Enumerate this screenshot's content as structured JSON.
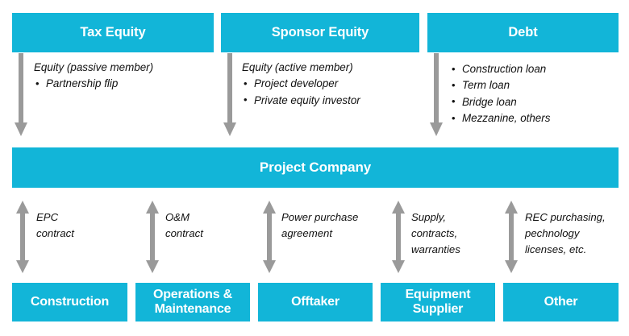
{
  "diagram": {
    "title_text": "",
    "colors": {
      "box_fill": "#12b5d8",
      "box_text": "#ffffff",
      "arrow_gray": "#9a9a9a",
      "body_text": "#111111",
      "background": "#ffffff"
    },
    "capital_sources": [
      {
        "box_label": "Tax Equity",
        "lead": "Equity (passive member)",
        "bullets": [
          "Partnership flip"
        ]
      },
      {
        "box_label": "Sponsor Equity",
        "lead": "Equity (active member)",
        "bullets": [
          "Project developer",
          "Private equity investor"
        ]
      },
      {
        "box_label": "Debt",
        "lead": "",
        "bullets": [
          "Construction loan",
          "Term loan",
          "Bridge loan",
          "Mezzanine, others"
        ]
      }
    ],
    "center": {
      "box_label": "Project Company"
    },
    "counterparties": [
      {
        "box_label": "Construction",
        "relationship_lines": [
          "EPC",
          "contract"
        ]
      },
      {
        "box_label": "Operations & Maintenance",
        "box_label_line1": "Operations &",
        "box_label_line2": "Maintenance",
        "relationship_lines": [
          "O&M",
          "contract"
        ]
      },
      {
        "box_label": "Offtaker",
        "relationship_lines": [
          "Power purchase",
          "agreement"
        ]
      },
      {
        "box_label": "Equipment Supplier",
        "box_label_line1": "Equipment",
        "box_label_line2": "Supplier",
        "relationship_lines": [
          "Supply,",
          "contracts,",
          "warranties"
        ]
      },
      {
        "box_label": "Other",
        "relationship_lines": [
          "REC purchasing,",
          "pechnology",
          "licenses, etc."
        ]
      }
    ]
  }
}
